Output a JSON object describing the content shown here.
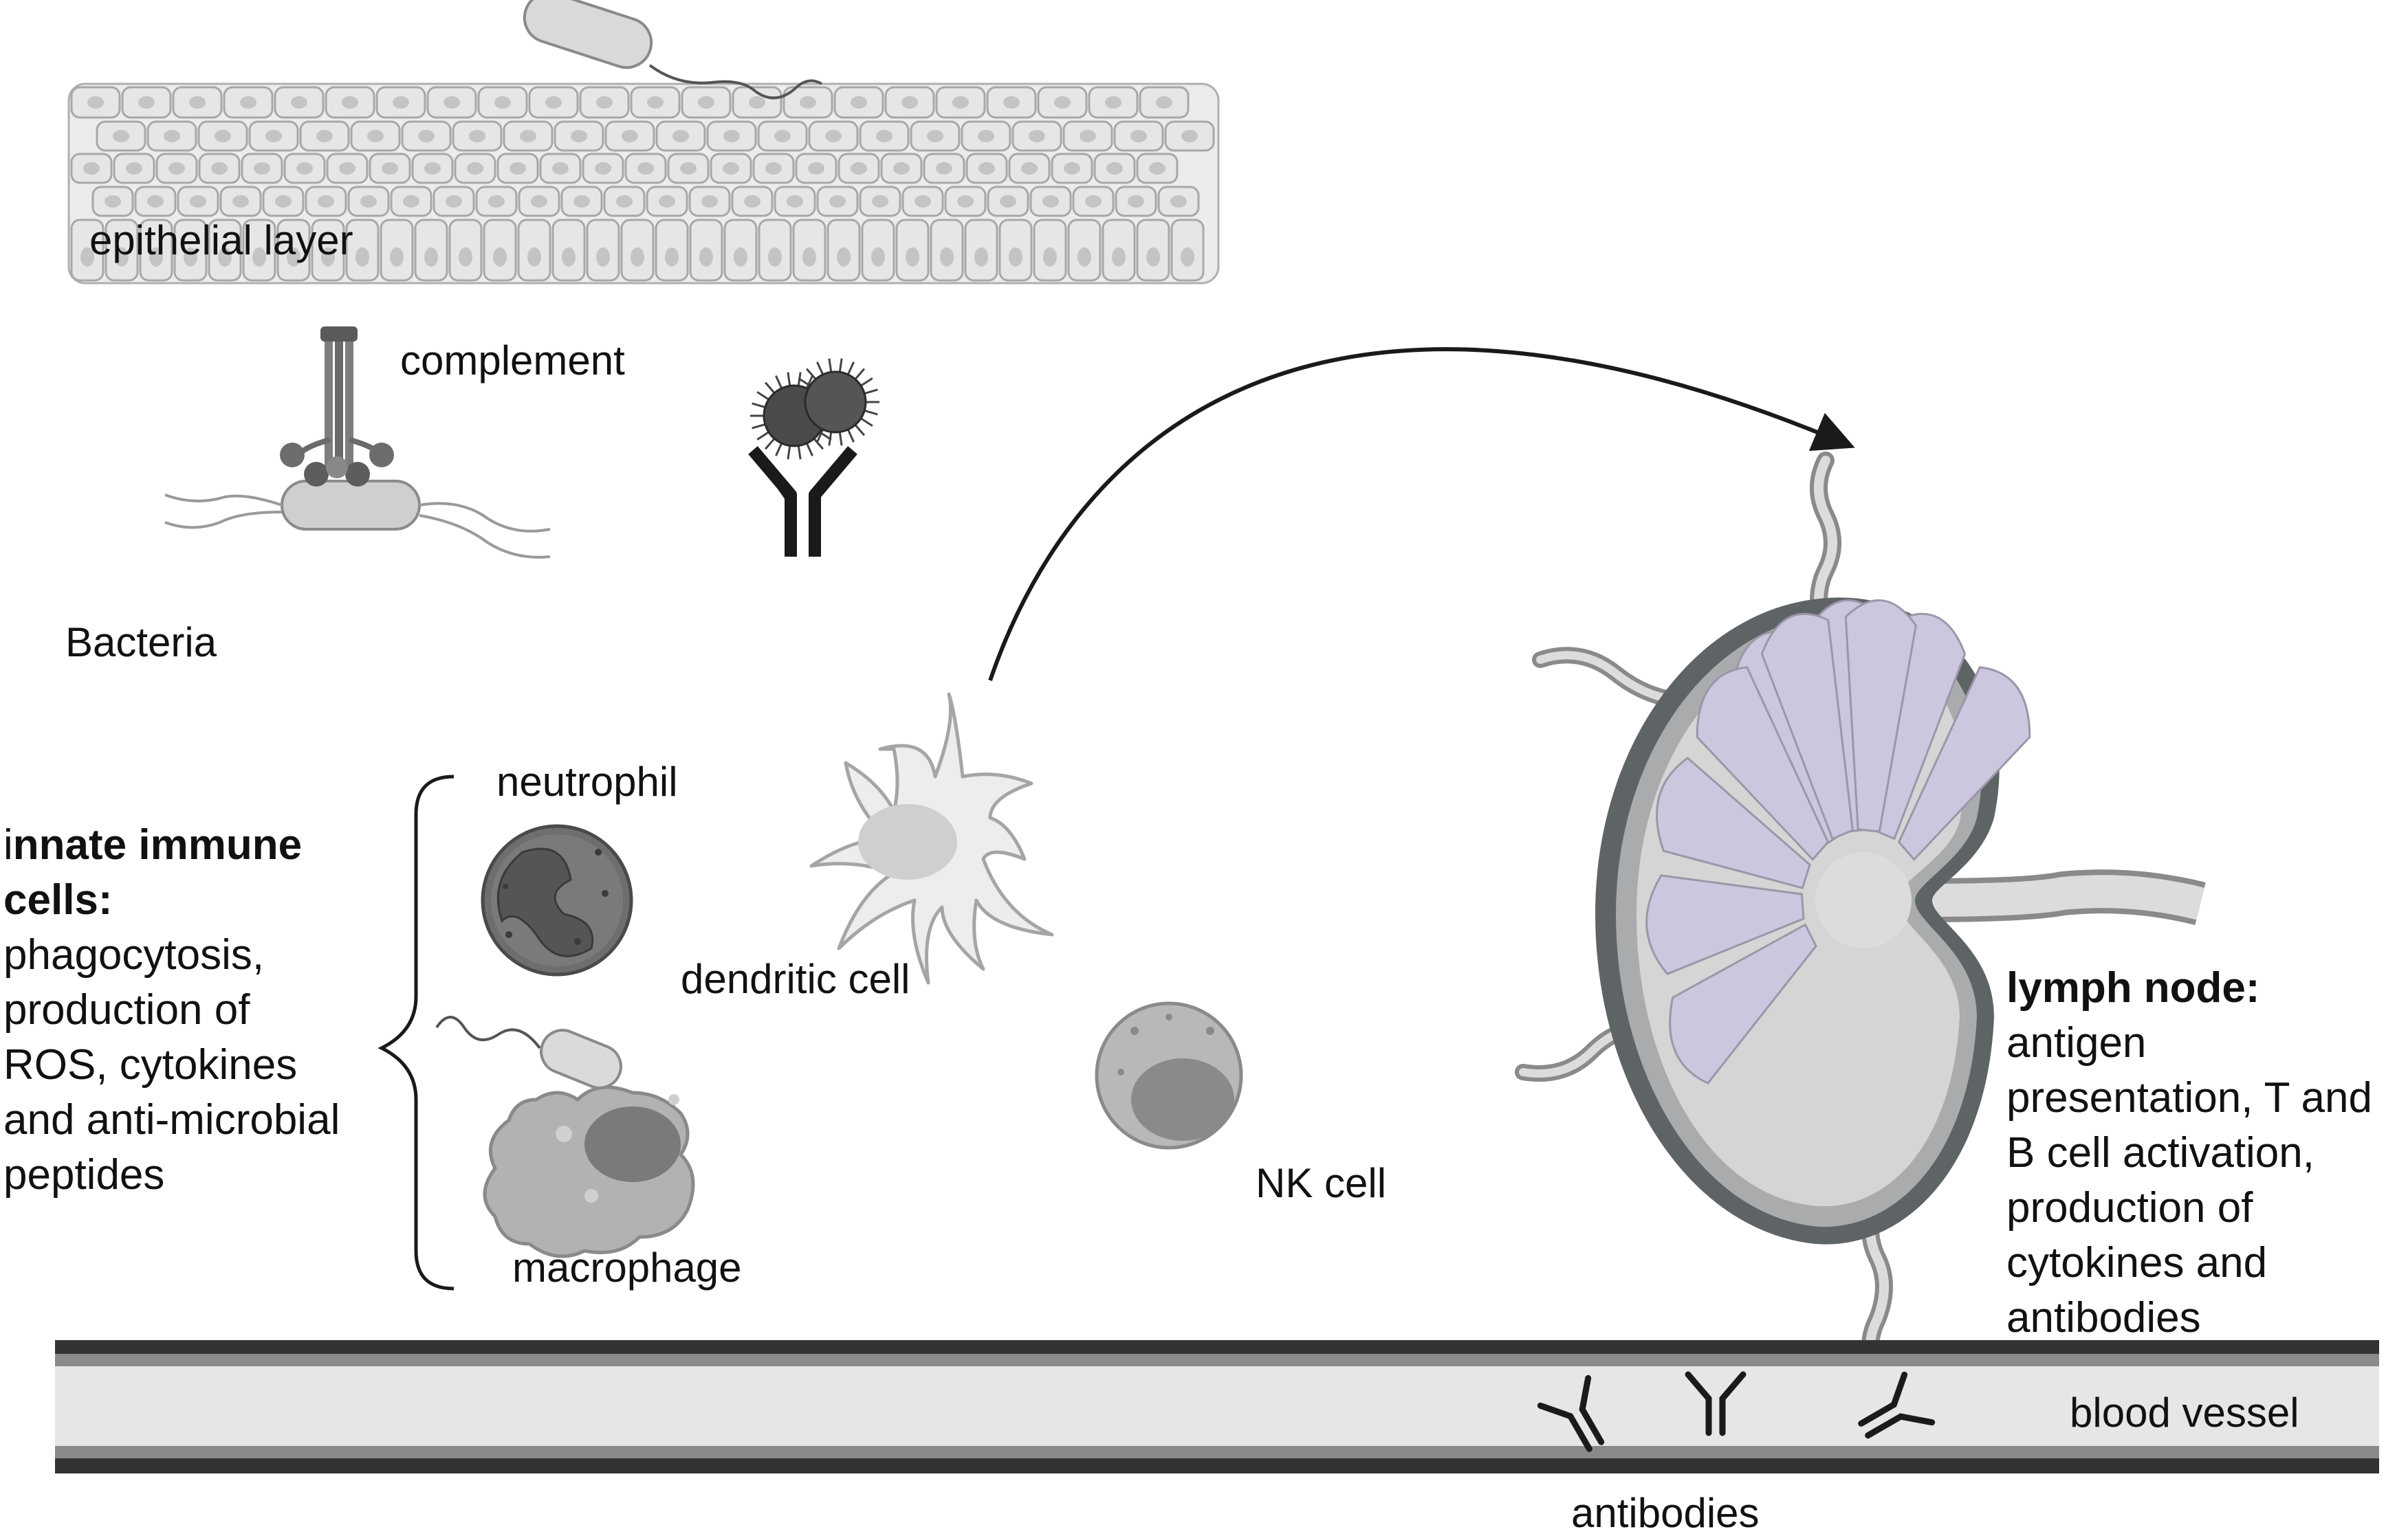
{
  "labels": {
    "epithelial": "epithelial layer",
    "complement": "complement",
    "bacteria": "Bacteria",
    "neutrophil": "neutrophil",
    "dendritic": "dendritic cell",
    "macrophage": "macrophage",
    "nk": "NK cell",
    "blood_vessel": "blood vessel",
    "antibodies": "antibodies"
  },
  "innate": {
    "title_prefix": "i",
    "title_line1_rest": "nnate immune",
    "title_line2": "cells:",
    "lines": [
      "phagocytosis,",
      "production of",
      "ROS, cytokines",
      "and anti-microbial",
      "peptides"
    ]
  },
  "lymph": {
    "title": "lymph node:",
    "lines": [
      "antigen",
      "presentation, T and",
      "B cell activation,",
      "production of",
      "cytokines and",
      "antibodies"
    ]
  },
  "colors": {
    "cell_fill": "#e8e8e8",
    "cell_stroke": "#9a9a9a",
    "dark": "#1a1a1a",
    "vessel_dark": "#333333",
    "vessel_mid": "#7a7a7a",
    "vessel_inner": "#e6e6e6",
    "lymph_purple": "#cfc8e0",
    "lymph_rim": "#5e6366"
  }
}
